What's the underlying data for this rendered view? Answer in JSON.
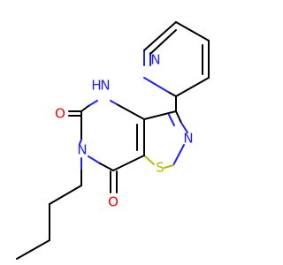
{
  "colors": {
    "background": "#ffffff",
    "bond": "#000000",
    "nitrogen": "#2020ff",
    "oxygen": "#ff0000",
    "sulfur": "#b8b800"
  },
  "atoms": {
    "pyridine_n": "N",
    "ring_nh": "H",
    "ring_nh_n": "N",
    "carbonyl_o_top": "O",
    "amide_n": "N",
    "isothiazole_n": "N",
    "isothiazole_s": "S",
    "carbonyl_o_bottom": "O"
  }
}
